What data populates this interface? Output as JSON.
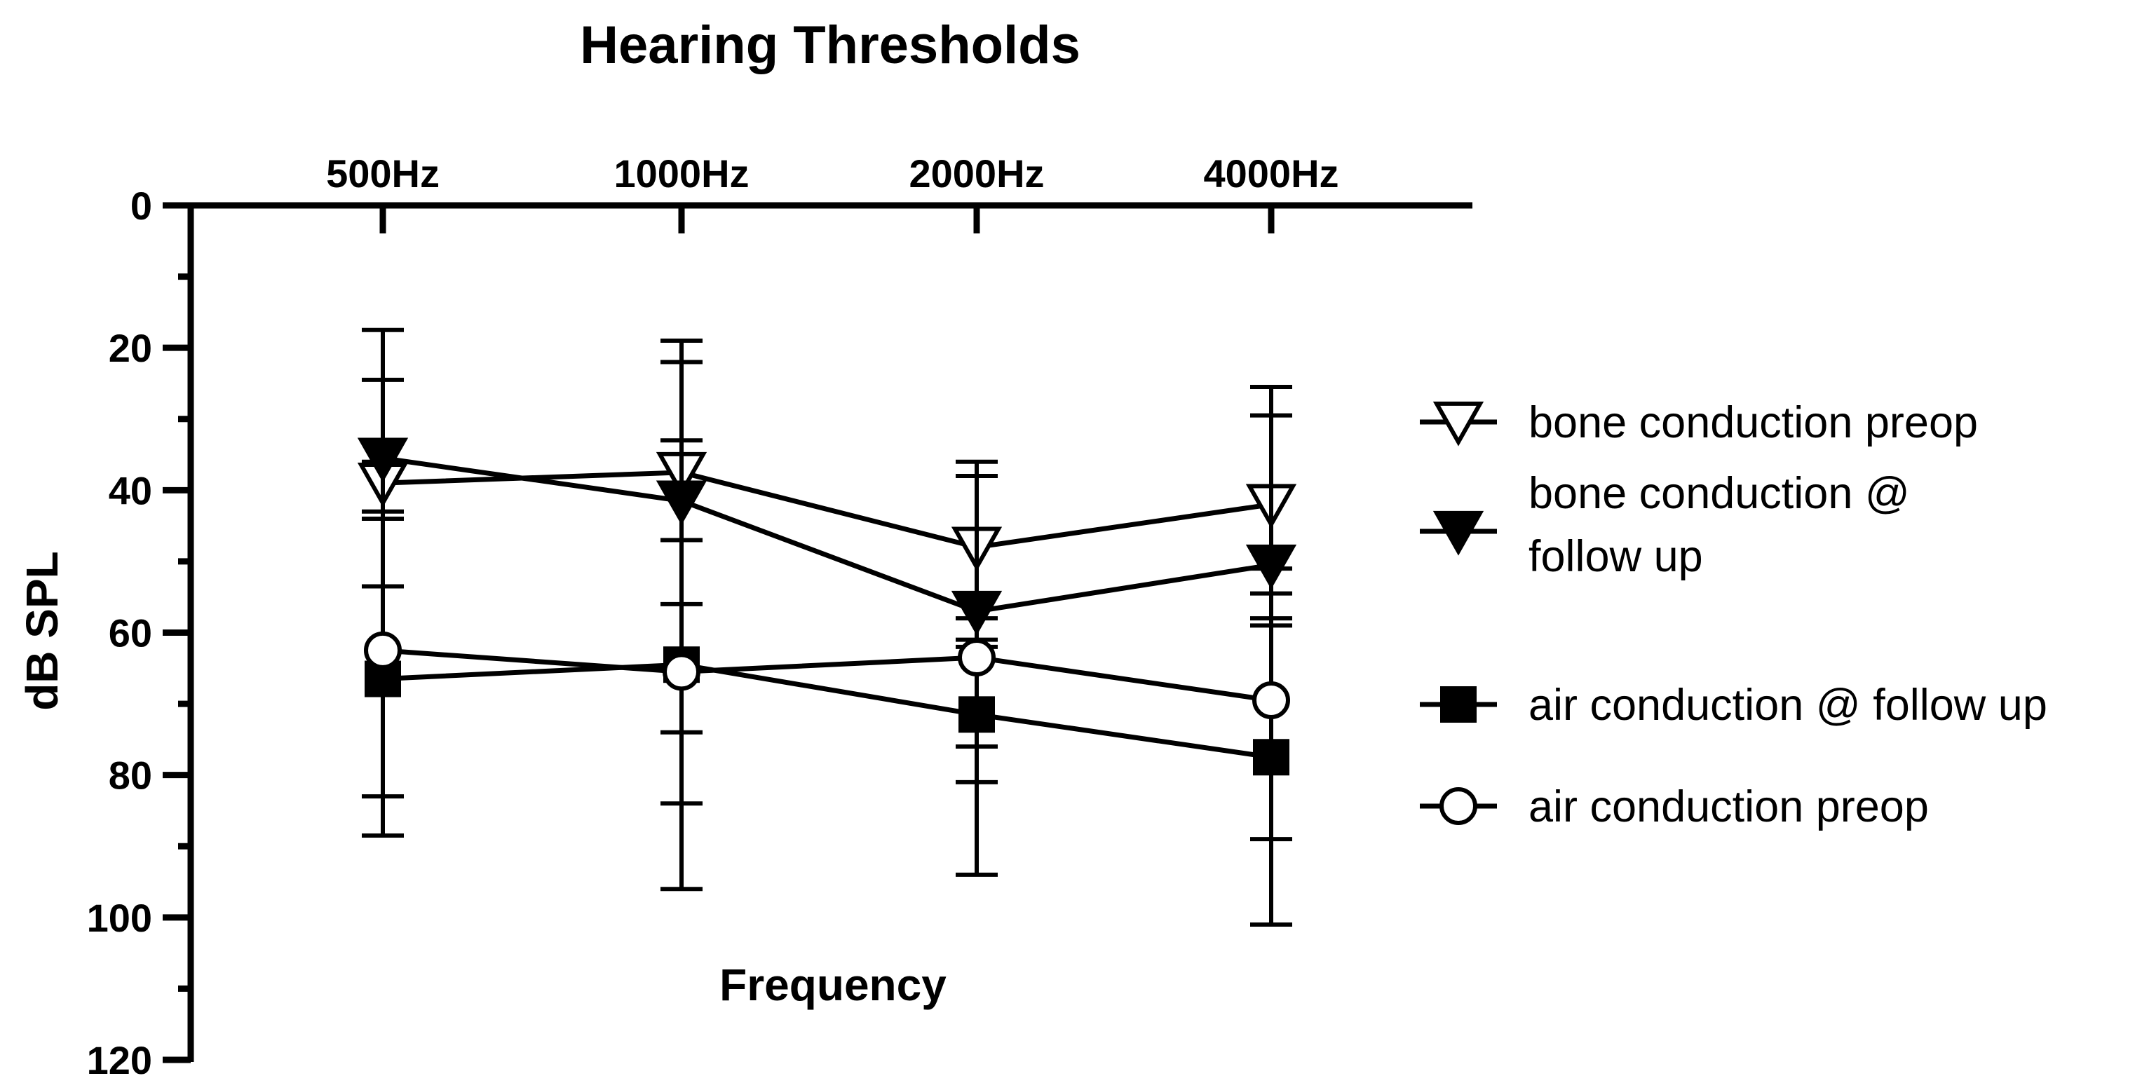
{
  "chart_data": {
    "type": "line",
    "title": "Hearing Thresholds",
    "xlabel": "Frequency",
    "ylabel": "dB  SPL",
    "categories": [
      "500Hz",
      "1000Hz",
      "2000Hz",
      "4000Hz"
    ],
    "yticks": [
      "0",
      "20",
      "40",
      "60",
      "80",
      "100",
      "120"
    ],
    "ylim": [
      0,
      120
    ],
    "y_inverted": true,
    "x_axis_position": "top",
    "legend_position": "right",
    "grid": false,
    "series": [
      {
        "name": "bone conduction preop",
        "marker": "triangle-down-open",
        "values": [
          39,
          37.5,
          48,
          42
        ],
        "error": [
          [
            24.5,
            53.5
          ],
          [
            22,
            56
          ],
          [
            38,
            58
          ],
          [
            29.5,
            54.5
          ]
        ]
      },
      {
        "name": "bone conduction @ follow up",
        "marker": "triangle-down-filled",
        "values": [
          35.5,
          41.5,
          57,
          50.5
        ],
        "error": [
          [
            17.5,
            44
          ],
          [
            19,
            84
          ],
          [
            36,
            81
          ],
          [
            25.5,
            59
          ]
        ]
      },
      {
        "name": "air conduction @ follow up",
        "marker": "square-filled",
        "values": [
          66.5,
          64.5,
          71.5,
          77.5
        ],
        "error": [
          [
            43,
            88.5
          ],
          [
            33,
            96
          ],
          [
            61,
            94
          ],
          [
            58,
            101
          ]
        ]
      },
      {
        "name": "air conduction preop",
        "marker": "circle-open",
        "values": [
          62.5,
          65.5,
          63.5,
          69.5
        ],
        "error": [
          [
            36,
            83
          ],
          [
            47,
            74
          ],
          [
            62,
            76
          ],
          [
            51,
            89
          ]
        ]
      }
    ],
    "colors": {
      "line": "#000000",
      "background": "#ffffff"
    }
  }
}
